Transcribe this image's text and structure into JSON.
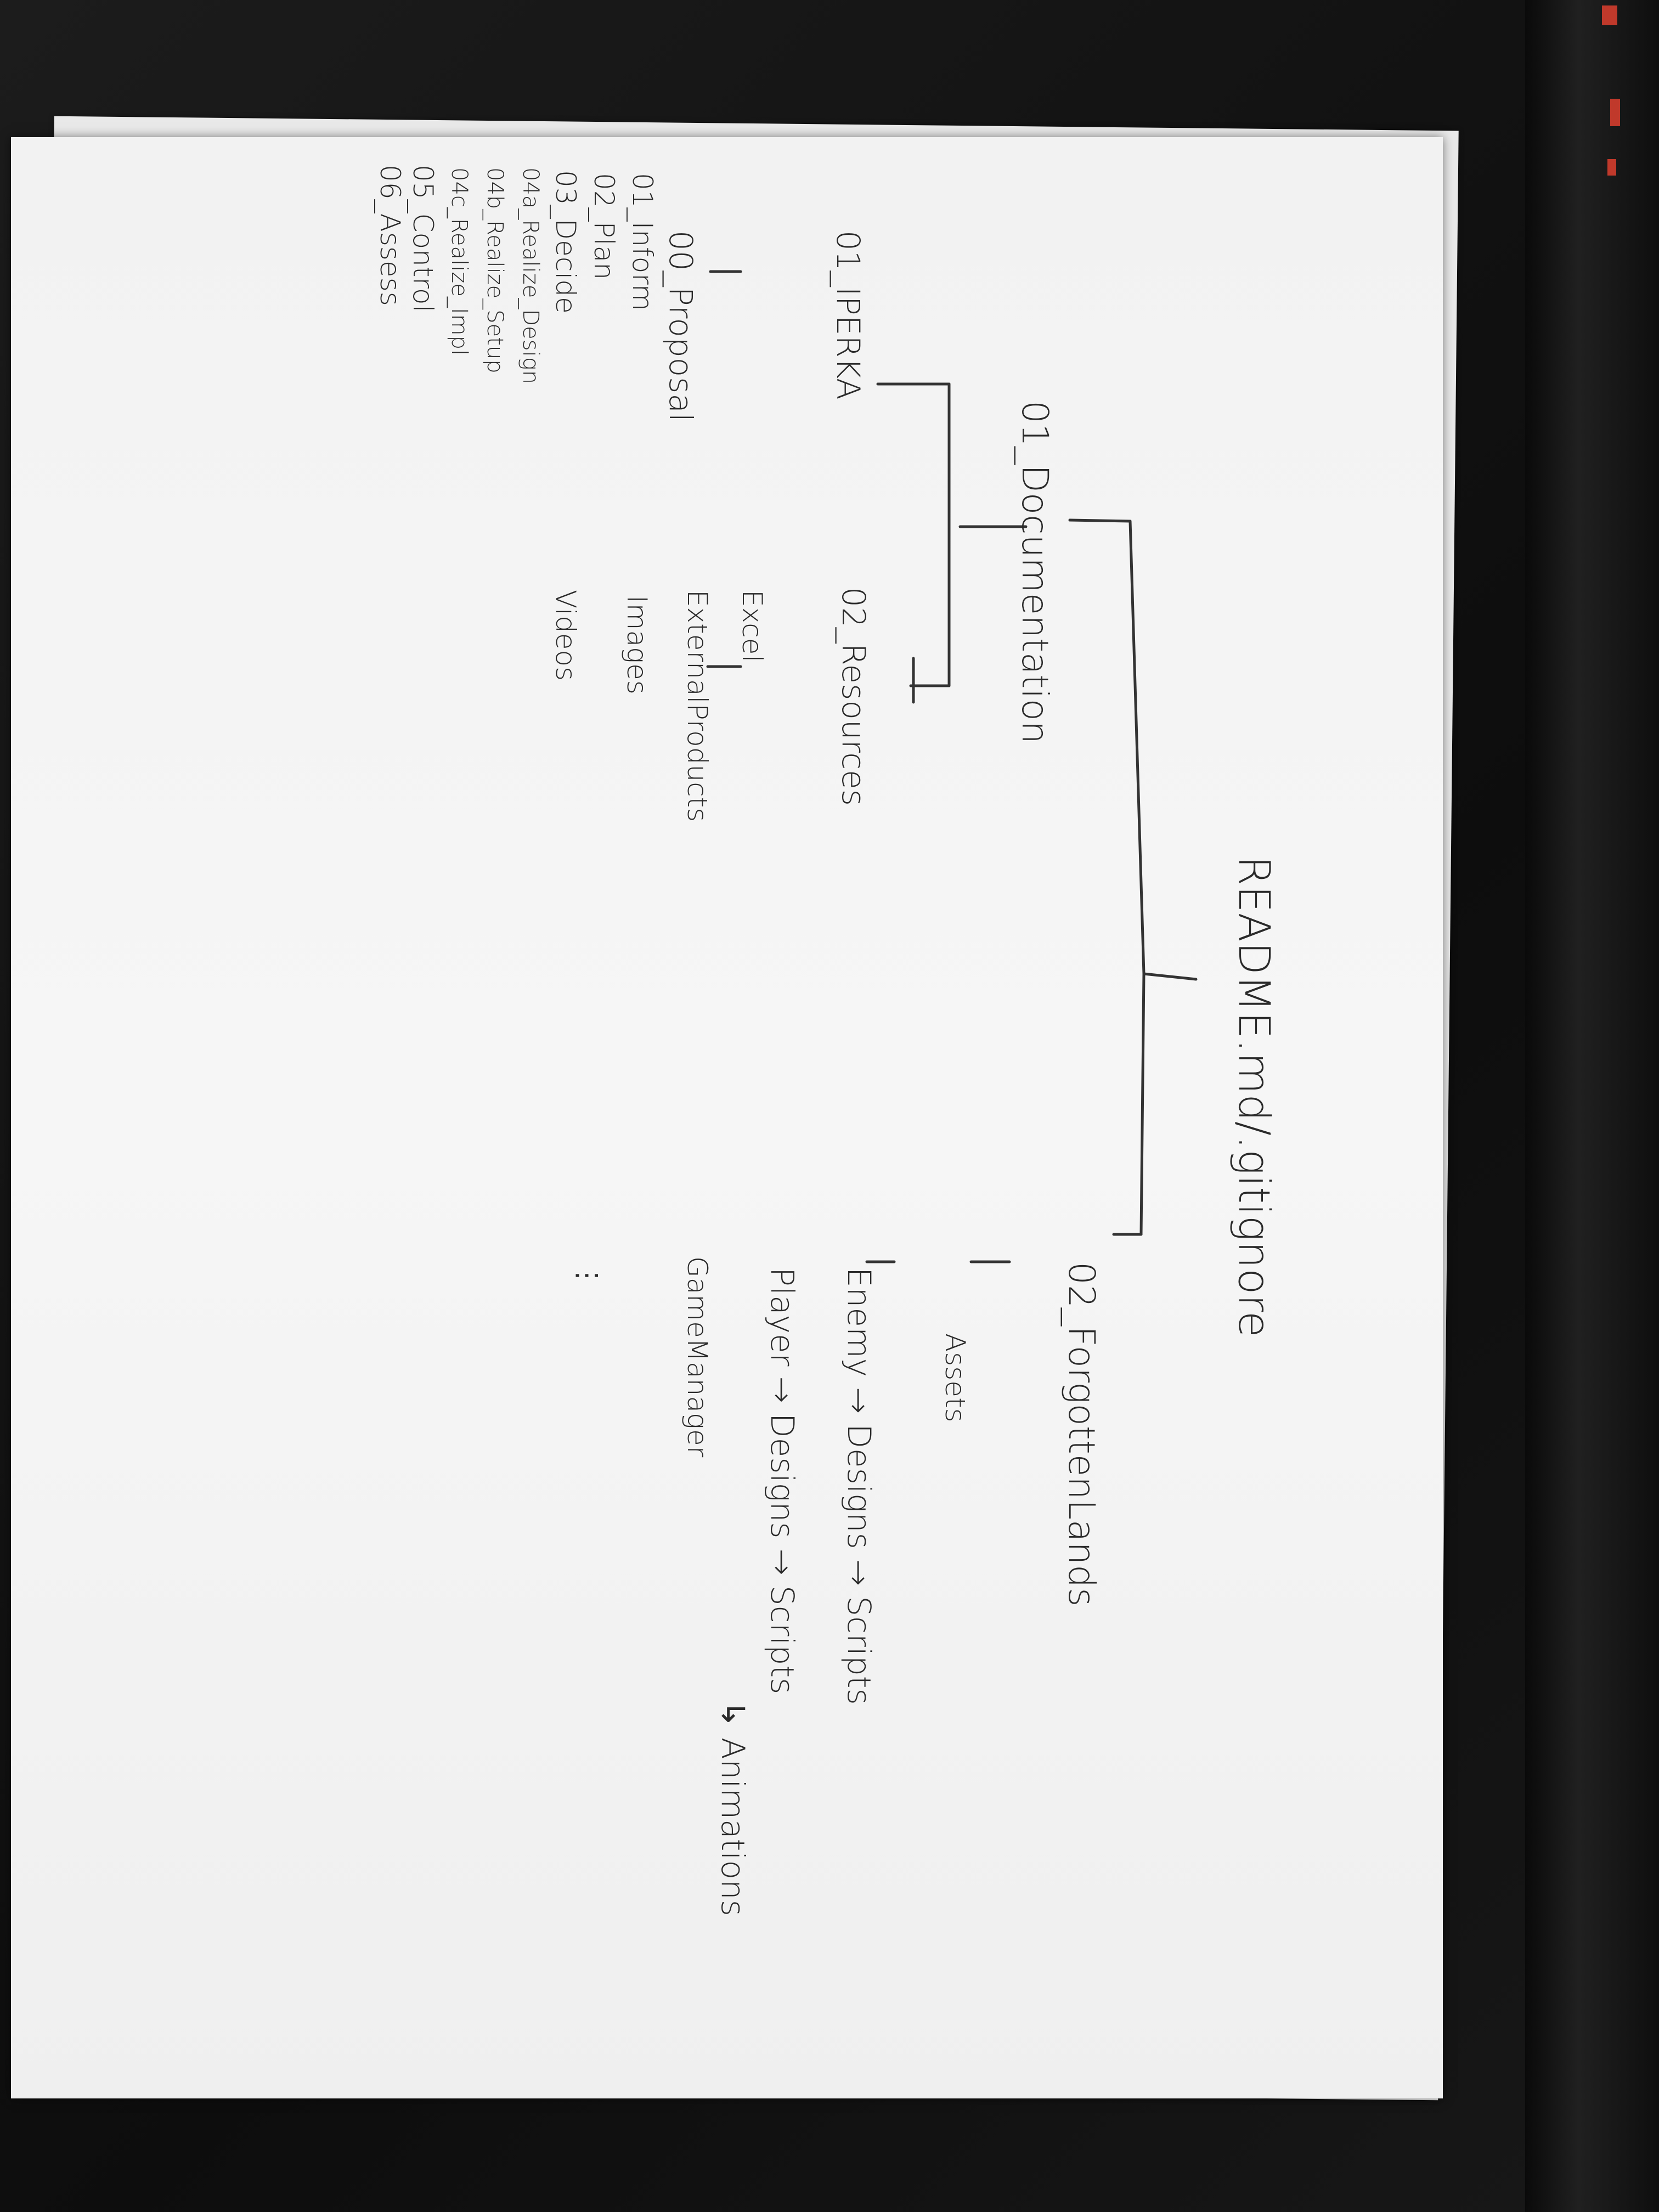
{
  "sheet": {
    "root": "README.md/.gitignore",
    "branches": [
      {
        "label": "01_Documentation",
        "children": [
          {
            "label": "01_IPERKA",
            "children": [
              "00_Proposal",
              "01_Inform",
              "02_Plan",
              "03_Decide",
              "04a_Realize_Design",
              "04b_Realize_Setup",
              "04c_Realize_Impl",
              "05_Control",
              "06_Assess"
            ]
          },
          {
            "label": "02_Resources",
            "children": [
              "Excel",
              "ExternalProducts",
              "Images",
              "Videos"
            ]
          }
        ]
      },
      {
        "label": "02_ForgottenLands",
        "children": [
          {
            "label": "Assets",
            "children": [
              "Enemy → Designs → Scripts",
              "Player → Designs → Scripts",
              "↳ Animations",
              "GameManager",
              "⋮"
            ]
          }
        ]
      }
    ]
  }
}
